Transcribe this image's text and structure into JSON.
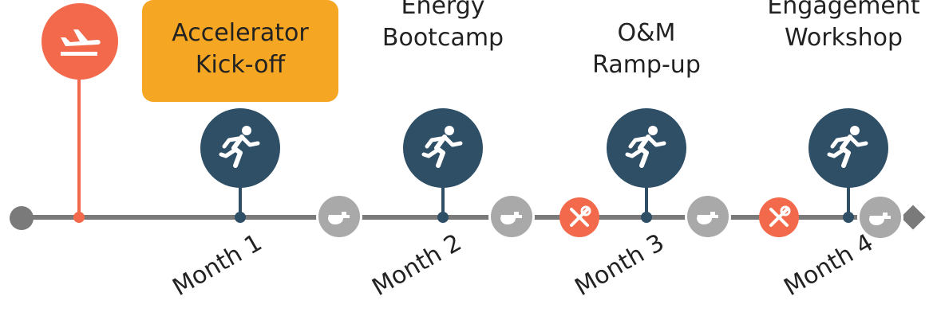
{
  "milestones": {
    "kickoff": {
      "line1": "Accelerator",
      "line2": "Kick-off"
    },
    "bootcamp": {
      "line1": "Energy",
      "line2": "Bootcamp"
    },
    "om": {
      "line1": "O&M",
      "line2": "Ramp-up"
    },
    "engagement": {
      "line1": "Engagement",
      "line2": "Workshop"
    }
  },
  "months": [
    "Month 1",
    "Month 2",
    "Month 3",
    "Month 4"
  ],
  "colors": {
    "timeline": "#7a7a7a",
    "navy": "#2f4f66",
    "orange": "#f26a4b",
    "amber": "#f5a623",
    "gray": "#a9a9a9"
  },
  "icons": {
    "start": "airplane-departure-icon",
    "activity": "running-person-icon",
    "check_in": "whistle-icon",
    "maintenance": "wrench-screwdriver-icon"
  }
}
